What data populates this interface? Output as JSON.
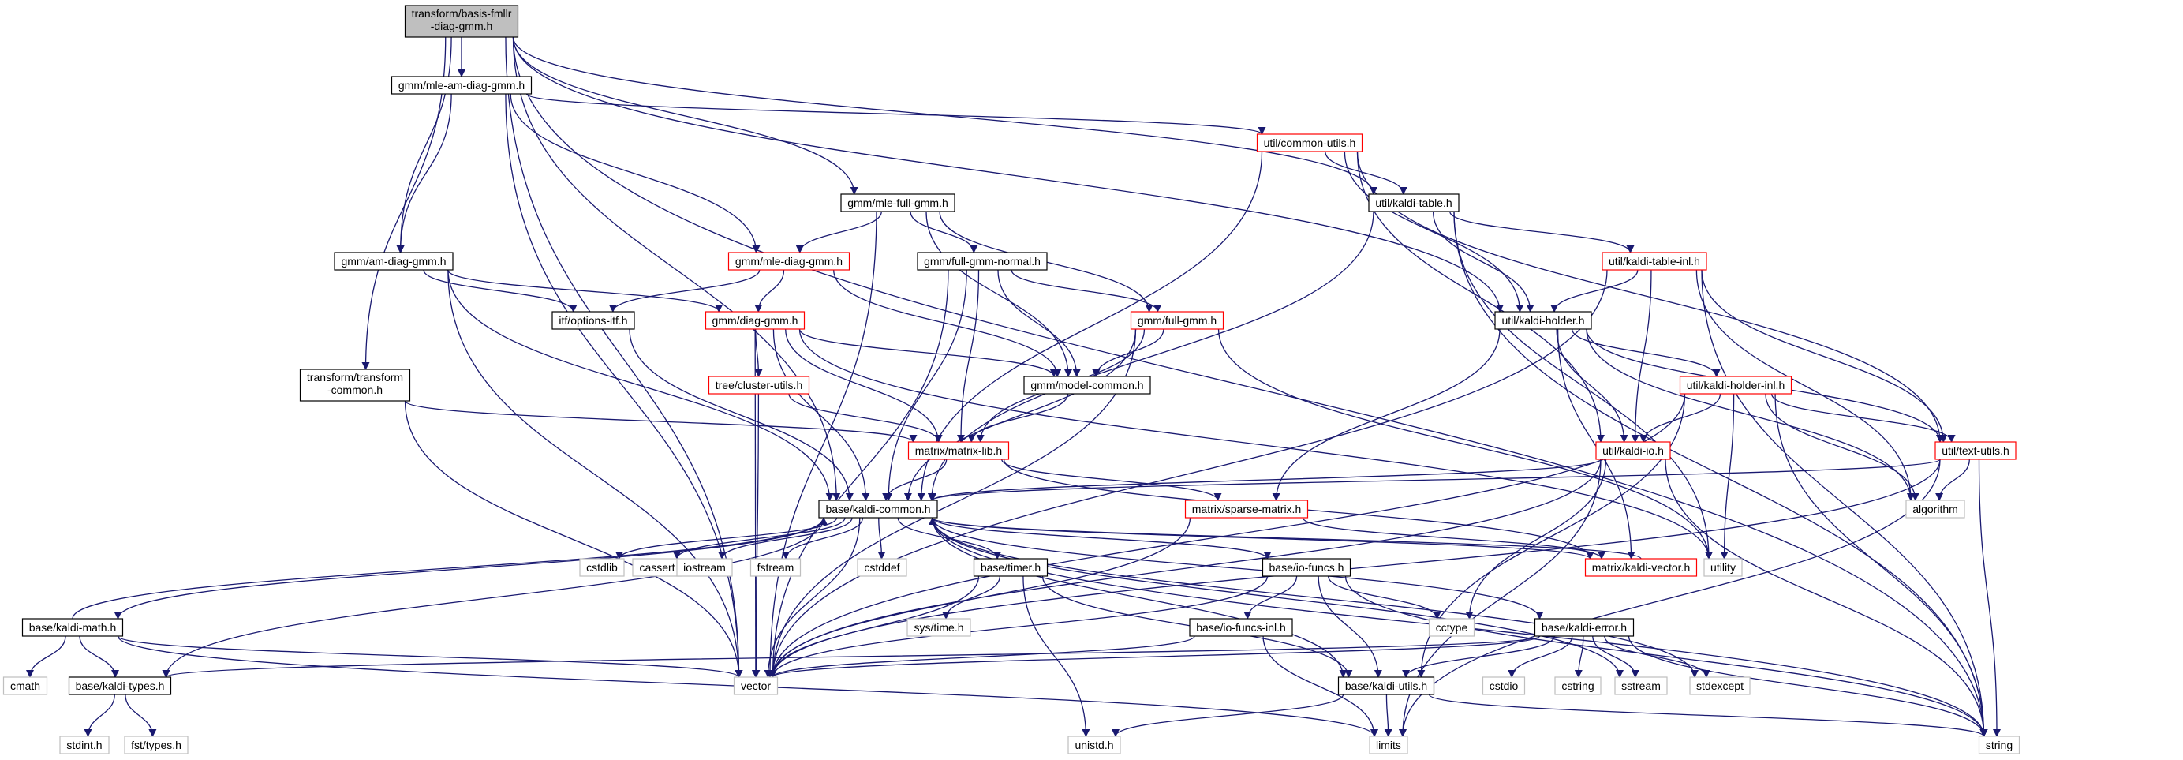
{
  "graph": {
    "colors": {
      "edge": "#191970",
      "root_fill": "#bfbfbf",
      "normal_border": "#000000",
      "truncated_border": "#ff0000",
      "system_border": "#bfbfbf",
      "text": "#000000"
    },
    "nodes": [
      {
        "id": "root",
        "label": "transform/basis-fmllr\n-diag-gmm.h",
        "kind": "root"
      },
      {
        "id": "mleam",
        "label": "gmm/mle-am-diag-gmm.h",
        "kind": "normal"
      },
      {
        "id": "commonutils",
        "label": "util/common-utils.h",
        "kind": "truncated"
      },
      {
        "id": "mlefull",
        "label": "gmm/mle-full-gmm.h",
        "kind": "normal"
      },
      {
        "id": "kalditable",
        "label": "util/kaldi-table.h",
        "kind": "normal"
      },
      {
        "id": "amdiag",
        "label": "gmm/am-diag-gmm.h",
        "kind": "normal"
      },
      {
        "id": "mlediag",
        "label": "gmm/mle-diag-gmm.h",
        "kind": "truncated"
      },
      {
        "id": "fullnormal",
        "label": "gmm/full-gmm-normal.h",
        "kind": "normal"
      },
      {
        "id": "tableinl",
        "label": "util/kaldi-table-inl.h",
        "kind": "truncated"
      },
      {
        "id": "optionsitf",
        "label": "itf/options-itf.h",
        "kind": "normal"
      },
      {
        "id": "diaggmm",
        "label": "gmm/diag-gmm.h",
        "kind": "truncated"
      },
      {
        "id": "fullgmm",
        "label": "gmm/full-gmm.h",
        "kind": "truncated"
      },
      {
        "id": "kaldiholder",
        "label": "util/kaldi-holder.h",
        "kind": "normal"
      },
      {
        "id": "transcommon",
        "label": "transform/transform\n-common.h",
        "kind": "normal"
      },
      {
        "id": "modelcommon",
        "label": "gmm/model-common.h",
        "kind": "normal"
      },
      {
        "id": "clusterutils",
        "label": "tree/cluster-utils.h",
        "kind": "truncated"
      },
      {
        "id": "holderinl",
        "label": "util/kaldi-holder-inl.h",
        "kind": "truncated"
      },
      {
        "id": "matrixlib",
        "label": "matrix/matrix-lib.h",
        "kind": "truncated"
      },
      {
        "id": "kaldiio",
        "label": "util/kaldi-io.h",
        "kind": "truncated"
      },
      {
        "id": "textutils",
        "label": "util/text-utils.h",
        "kind": "truncated"
      },
      {
        "id": "sparsematrix",
        "label": "matrix/sparse-matrix.h",
        "kind": "truncated"
      },
      {
        "id": "kaldicommon",
        "label": "base/kaldi-common.h",
        "kind": "normal"
      },
      {
        "id": "algorithm",
        "label": "algorithm",
        "kind": "system"
      },
      {
        "id": "cstdlib",
        "label": "cstdlib",
        "kind": "system"
      },
      {
        "id": "cassert",
        "label": "cassert",
        "kind": "system"
      },
      {
        "id": "iostream",
        "label": "iostream",
        "kind": "system"
      },
      {
        "id": "fstream",
        "label": "fstream",
        "kind": "system"
      },
      {
        "id": "cstddef",
        "label": "cstddef",
        "kind": "system"
      },
      {
        "id": "timer",
        "label": "base/timer.h",
        "kind": "normal"
      },
      {
        "id": "iofuncs",
        "label": "base/io-funcs.h",
        "kind": "normal"
      },
      {
        "id": "kaldivector",
        "label": "matrix/kaldi-vector.h",
        "kind": "truncated"
      },
      {
        "id": "utility",
        "label": "utility",
        "kind": "system"
      },
      {
        "id": "kaldimath",
        "label": "base/kaldi-math.h",
        "kind": "normal"
      },
      {
        "id": "systime",
        "label": "sys/time.h",
        "kind": "system"
      },
      {
        "id": "iofuncsinl",
        "label": "base/io-funcs-inl.h",
        "kind": "normal"
      },
      {
        "id": "kaldierror",
        "label": "base/kaldi-error.h",
        "kind": "normal"
      },
      {
        "id": "cctype",
        "label": "cctype",
        "kind": "system"
      },
      {
        "id": "cmath",
        "label": "cmath",
        "kind": "system"
      },
      {
        "id": "kalditypes",
        "label": "base/kaldi-types.h",
        "kind": "normal"
      },
      {
        "id": "vector",
        "label": "vector",
        "kind": "system"
      },
      {
        "id": "kaldiutils",
        "label": "base/kaldi-utils.h",
        "kind": "normal"
      },
      {
        "id": "cstdio",
        "label": "cstdio",
        "kind": "system"
      },
      {
        "id": "cstring",
        "label": "cstring",
        "kind": "system"
      },
      {
        "id": "sstream",
        "label": "sstream",
        "kind": "system"
      },
      {
        "id": "stdexcept",
        "label": "stdexcept",
        "kind": "system"
      },
      {
        "id": "stdint",
        "label": "stdint.h",
        "kind": "system"
      },
      {
        "id": "fsttypes",
        "label": "fst/types.h",
        "kind": "system"
      },
      {
        "id": "unistd",
        "label": "unistd.h",
        "kind": "system"
      },
      {
        "id": "limits",
        "label": "limits",
        "kind": "system"
      },
      {
        "id": "string",
        "label": "string",
        "kind": "system"
      }
    ],
    "edges": [
      [
        "root",
        "mleam"
      ],
      [
        "root",
        "mlefull"
      ],
      [
        "root",
        "amdiag"
      ],
      [
        "root",
        "transcommon"
      ],
      [
        "root",
        "kaldicommon"
      ],
      [
        "root",
        "vector"
      ],
      [
        "root",
        "kalditable"
      ],
      [
        "root",
        "kaldiholder"
      ],
      [
        "root",
        "string"
      ],
      [
        "mleam",
        "commonutils"
      ],
      [
        "mleam",
        "amdiag"
      ],
      [
        "mleam",
        "mlediag"
      ],
      [
        "mleam",
        "vector"
      ],
      [
        "commonutils",
        "kalditable"
      ],
      [
        "commonutils",
        "kaldiholder"
      ],
      [
        "commonutils",
        "kaldicommon"
      ],
      [
        "commonutils",
        "kaldiio"
      ],
      [
        "commonutils",
        "textutils"
      ],
      [
        "mlefull",
        "mlediag"
      ],
      [
        "mlefull",
        "fullnormal"
      ],
      [
        "mlefull",
        "fullgmm"
      ],
      [
        "mlefull",
        "modelcommon"
      ],
      [
        "mlefull",
        "vector"
      ],
      [
        "kalditable",
        "tableinl"
      ],
      [
        "kalditable",
        "kaldiholder"
      ],
      [
        "kalditable",
        "kaldicommon"
      ],
      [
        "kalditable",
        "utility"
      ],
      [
        "kalditable",
        "string"
      ],
      [
        "amdiag",
        "diaggmm"
      ],
      [
        "amdiag",
        "optionsitf"
      ],
      [
        "amdiag",
        "kaldicommon"
      ],
      [
        "amdiag",
        "vector"
      ],
      [
        "mlediag",
        "diaggmm"
      ],
      [
        "mlediag",
        "optionsitf"
      ],
      [
        "mlediag",
        "modelcommon"
      ],
      [
        "fullnormal",
        "fullgmm"
      ],
      [
        "fullnormal",
        "modelcommon"
      ],
      [
        "fullnormal",
        "matrixlib"
      ],
      [
        "fullnormal",
        "vector"
      ],
      [
        "fullnormal",
        "kaldicommon"
      ],
      [
        "tableinl",
        "kaldiholder"
      ],
      [
        "tableinl",
        "kaldiio"
      ],
      [
        "tableinl",
        "textutils"
      ],
      [
        "tableinl",
        "algorithm"
      ],
      [
        "tableinl",
        "string"
      ],
      [
        "tableinl",
        "vector"
      ],
      [
        "optionsitf",
        "kaldicommon"
      ],
      [
        "diaggmm",
        "clusterutils"
      ],
      [
        "diaggmm",
        "modelcommon"
      ],
      [
        "diaggmm",
        "matrixlib"
      ],
      [
        "diaggmm",
        "kaldicommon"
      ],
      [
        "diaggmm",
        "vector"
      ],
      [
        "diaggmm",
        "utility"
      ],
      [
        "fullgmm",
        "modelcommon"
      ],
      [
        "fullgmm",
        "matrixlib"
      ],
      [
        "fullgmm",
        "kaldicommon"
      ],
      [
        "fullgmm",
        "vector"
      ],
      [
        "fullgmm",
        "utility"
      ],
      [
        "kaldiholder",
        "holderinl"
      ],
      [
        "kaldiholder",
        "kaldiio"
      ],
      [
        "kaldiholder",
        "textutils"
      ],
      [
        "kaldiholder",
        "sparsematrix"
      ],
      [
        "kaldiholder",
        "kaldivector"
      ],
      [
        "kaldiholder",
        "algorithm"
      ],
      [
        "transcommon",
        "matrixlib"
      ],
      [
        "transcommon",
        "vector"
      ],
      [
        "modelcommon",
        "matrixlib"
      ],
      [
        "clusterutils",
        "matrixlib"
      ],
      [
        "clusterutils",
        "vector"
      ],
      [
        "holderinl",
        "kaldiio"
      ],
      [
        "holderinl",
        "textutils"
      ],
      [
        "holderinl",
        "utility"
      ],
      [
        "holderinl",
        "algorithm"
      ],
      [
        "holderinl",
        "vector"
      ],
      [
        "holderinl",
        "string"
      ],
      [
        "holderinl",
        "kaldiutils"
      ],
      [
        "matrixlib",
        "kaldicommon"
      ],
      [
        "matrixlib",
        "sparsematrix"
      ],
      [
        "matrixlib",
        "kaldivector"
      ],
      [
        "kaldiio",
        "kaldicommon"
      ],
      [
        "kaldiio",
        "vector"
      ],
      [
        "kaldiio",
        "string"
      ],
      [
        "kaldiio",
        "limits"
      ],
      [
        "kaldiio",
        "cctype"
      ],
      [
        "textutils",
        "kaldicommon"
      ],
      [
        "textutils",
        "algorithm"
      ],
      [
        "textutils",
        "string"
      ],
      [
        "textutils",
        "limits"
      ],
      [
        "textutils",
        "vector"
      ],
      [
        "sparsematrix",
        "kaldivector"
      ],
      [
        "sparsematrix",
        "vector"
      ],
      [
        "kaldicommon",
        "cstdlib"
      ],
      [
        "kaldicommon",
        "cassert"
      ],
      [
        "kaldicommon",
        "iostream"
      ],
      [
        "kaldicommon",
        "fstream"
      ],
      [
        "kaldicommon",
        "cstddef"
      ],
      [
        "kaldicommon",
        "timer"
      ],
      [
        "kaldicommon",
        "iofuncs"
      ],
      [
        "kaldicommon",
        "kaldimath"
      ],
      [
        "kaldicommon",
        "kaldierror"
      ],
      [
        "kaldicommon",
        "kalditypes"
      ],
      [
        "kaldicommon",
        "kaldiutils"
      ],
      [
        "kaldicommon",
        "vector"
      ],
      [
        "kaldicommon",
        "string"
      ],
      [
        "kaldicommon",
        "sstream"
      ],
      [
        "kaldicommon",
        "stdexcept"
      ],
      [
        "kaldicommon",
        "kaldivector"
      ],
      [
        "timer",
        "systime"
      ],
      [
        "timer",
        "unistd"
      ],
      [
        "timer",
        "kaldiutils"
      ],
      [
        "timer",
        "vector"
      ],
      [
        "iofuncs",
        "iofuncsinl"
      ],
      [
        "iofuncs",
        "cctype"
      ],
      [
        "iofuncs",
        "vector"
      ],
      [
        "iofuncs",
        "kaldiutils"
      ],
      [
        "iofuncs",
        "string"
      ],
      [
        "kaldimath",
        "cmath"
      ],
      [
        "kaldimath",
        "kalditypes"
      ],
      [
        "kaldimath",
        "kaldicommon"
      ],
      [
        "kaldimath",
        "vector"
      ],
      [
        "kaldimath",
        "limits"
      ],
      [
        "iofuncsinl",
        "limits"
      ],
      [
        "iofuncsinl",
        "vector"
      ],
      [
        "kaldierror",
        "cstdio"
      ],
      [
        "kaldierror",
        "cstring"
      ],
      [
        "kaldierror",
        "sstream"
      ],
      [
        "kaldierror",
        "stdexcept"
      ],
      [
        "kaldierror",
        "string"
      ],
      [
        "kaldierror",
        "vector"
      ],
      [
        "kaldierror",
        "kaldiutils"
      ],
      [
        "kaldierror",
        "kalditypes"
      ],
      [
        "kalditypes",
        "stdint"
      ],
      [
        "kalditypes",
        "fsttypes"
      ],
      [
        "kaldiutils",
        "limits"
      ],
      [
        "kaldiutils",
        "string"
      ],
      [
        "kaldiutils",
        "unistd"
      ],
      [
        "kaldivector",
        "kaldicommon"
      ]
    ]
  }
}
